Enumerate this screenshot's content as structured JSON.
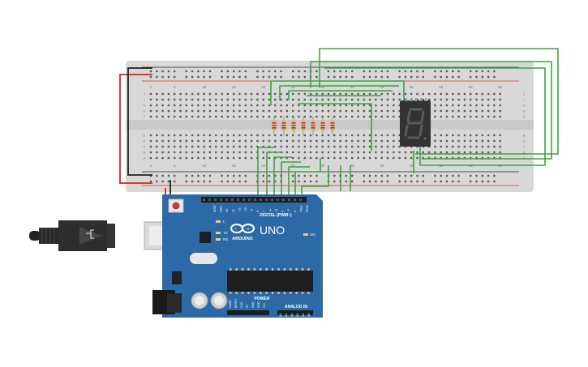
{
  "breadboard": {
    "column_numbers_top": [
      "1",
      "5",
      "10",
      "15",
      "20",
      "25",
      "30",
      "35",
      "40",
      "45",
      "50",
      "55",
      "60"
    ],
    "column_numbers_bottom": [
      "1",
      "5",
      "10",
      "15",
      "20",
      "25",
      "30",
      "35",
      "40",
      "45",
      "50",
      "55",
      "60"
    ],
    "row_letters_top": [
      "J",
      "I",
      "H",
      "G",
      "F"
    ],
    "row_letters_bottom": [
      "E",
      "D",
      "C",
      "B",
      "A"
    ],
    "color": "#d9d9d9"
  },
  "arduino": {
    "model": "UNO",
    "brand": "ARDUINO",
    "digital_label": "DIGITAL (PWM~)",
    "analog_label": "ANALOG IN",
    "power_label": "POWER",
    "on_label": "ON",
    "aref": "AREF",
    "gnd": "GND",
    "digital_pins": [
      "13",
      "12",
      "~11",
      "~10",
      "~9",
      "8",
      "7",
      "~6",
      "~5",
      "4",
      "~3",
      "2",
      "TX▸1",
      "RX◂0"
    ],
    "power_pins": [
      "IOREF",
      "RESET",
      "3.3V",
      "5V",
      "GND",
      "GND",
      "VIN"
    ],
    "analog_pins": [
      "A0",
      "A1",
      "A2",
      "A3",
      "A4",
      "A5"
    ],
    "leds": [
      "L",
      "TX",
      "RX"
    ],
    "board_color": "#2b6aa7"
  },
  "display": {
    "digit": "8",
    "color": "#333333",
    "segment_color": "#555555"
  },
  "resistors": {
    "count": 7
  },
  "wire_colors": {
    "signal": "#3aa63a",
    "power": "#e02020",
    "ground": "#222222"
  }
}
